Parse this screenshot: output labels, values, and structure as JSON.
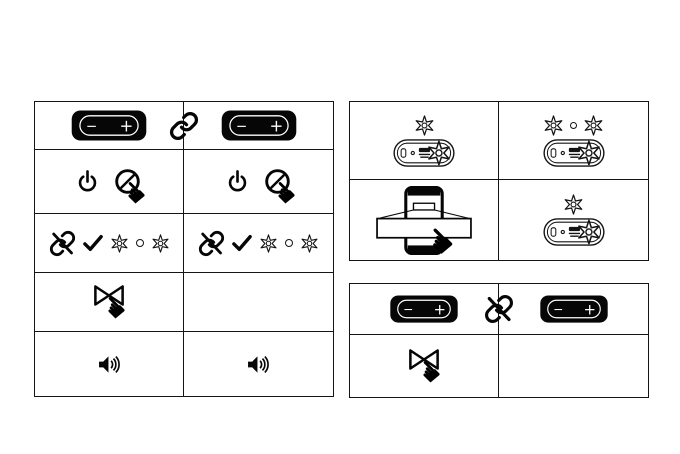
{
  "canvas": {
    "background": "#ffffff",
    "line_color": "#141414",
    "ink_color": "#000000"
  },
  "device_labels": {
    "minus": "−",
    "plus": "+"
  },
  "glyphs": {
    "hand": "☚"
  },
  "tables": {
    "tws_pairing": {
      "name": "left pairing table",
      "rows": [
        {
          "overlay": "link-icon",
          "cells": [
            [
              "speaker-device"
            ],
            [
              "speaker-device"
            ]
          ]
        },
        {
          "cells": [
            [
              "power-icon",
              "no-press-circle-icon",
              "tap-hand-icon"
            ],
            [
              "power-icon",
              "no-press-circle-icon",
              "tap-hand-icon"
            ]
          ]
        },
        {
          "cells": [
            [
              "unlink-icon",
              "check-icon",
              "led-flash-icon",
              "dot-icon",
              "led-flash-icon"
            ],
            [
              "unlink-icon",
              "check-icon",
              "led-flash-icon",
              "dot-icon",
              "led-flash-icon"
            ]
          ]
        },
        {
          "cells": [
            [
              "play-pause-icon",
              "tap-hand-icon"
            ],
            []
          ]
        },
        {
          "cells": [
            [
              "volume-icon"
            ],
            [
              "volume-icon"
            ]
          ]
        }
      ]
    },
    "bluetooth_connect": {
      "name": "right top LED / connect table",
      "rows": [
        {
          "cells": [
            [
              "led-flash-icon",
              "speaker-capsule-device"
            ],
            [
              "led-flash-icon",
              "dot-icon",
              "led-flash-icon",
              "speaker-capsule-device"
            ]
          ]
        },
        {
          "cells": [
            [
              "phone-tap-banner",
              "tap-hand-icon"
            ],
            [
              "led-flash-icon",
              "speaker-capsule-device"
            ]
          ]
        }
      ]
    },
    "tws_unpair": {
      "name": "right bottom unpair table",
      "rows": [
        {
          "overlay": "unlink-icon",
          "cells": [
            [
              "speaker-device"
            ],
            [
              "speaker-device"
            ]
          ]
        },
        {
          "cells": [
            [
              "play-pause-icon",
              "tap-hand-icon"
            ],
            []
          ]
        }
      ]
    }
  }
}
